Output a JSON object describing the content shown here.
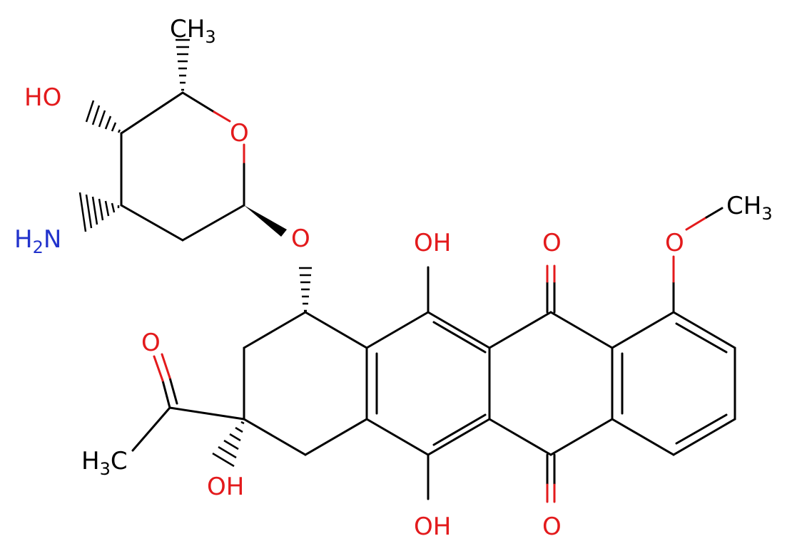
{
  "colors": {
    "oxygen": "#e31a1c",
    "nitrogen": "#2233cc",
    "carbon": "#000000",
    "background": "#ffffff"
  },
  "labels": {
    "ch3_top": "CH",
    "ch3_top_sub": "3",
    "ho_sugar": "HO",
    "o_ring": "O",
    "nh2_n": "N",
    "nh2_h": "H",
    "nh2_sub": "2",
    "o_glycosidic": "O",
    "oh_upper": "OH",
    "o_quinone_upper": "O",
    "o_methoxy": "O",
    "ch3_methoxy": "CH",
    "ch3_methoxy_sub": "3",
    "o_ketone": "O",
    "h3c_h": "H",
    "h3c_sub": "3",
    "h3c_c": "C",
    "oh_tertiary": "OH",
    "oh_lower": "OH",
    "o_quinone_lower": "O"
  }
}
